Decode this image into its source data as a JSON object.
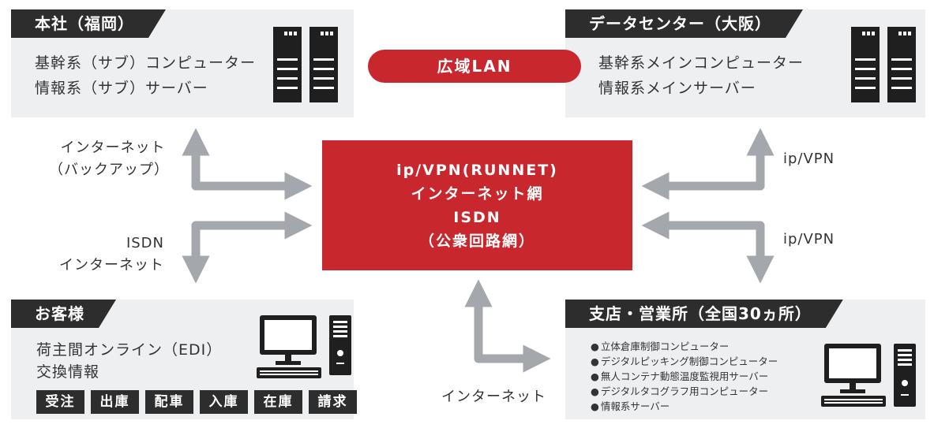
{
  "hq": {
    "tag": "本社（福岡）",
    "lines": [
      "基幹系（サブ）コンピューター",
      "情報系（サブ）サーバー"
    ]
  },
  "dc": {
    "tag": "データセンター（大阪）",
    "lines": [
      "基幹系メインコンピューター",
      "情報系メインサーバー"
    ]
  },
  "wan_label": "広域LAN",
  "center": {
    "lines": [
      "ip/VPN(RUNNET)",
      "インターネット網",
      "ISDN",
      "（公衆回路網）"
    ]
  },
  "customer": {
    "tag": "お客様",
    "lines": [
      "荷主間オンライン（EDI）",
      "交換情報"
    ],
    "chips": [
      "受注",
      "出庫",
      "配車",
      "入庫",
      "在庫",
      "請求"
    ]
  },
  "branch": {
    "tag": "支店・営業所（全国30ヵ所）",
    "items": [
      "立体倉庫制御コンピューター",
      "デジタルピッキング制御コンピューター",
      "無人コンテナ動態温度監視用サーバー",
      "デジタルタコグラフ用コンピューター",
      "情報系サーバー"
    ]
  },
  "connections": {
    "hq_center": [
      "インターネット",
      "（バックアップ）"
    ],
    "customer_center": [
      "ISDN",
      "インターネット"
    ],
    "dc_center": "ip/VPN",
    "branch_center": "ip/VPN",
    "center_branch_bottom": "インターネット"
  },
  "colors": {
    "accent": "#c8282d",
    "dark": "#2d2d2d",
    "box_bg": "#eeeff1",
    "arrow": "#a4a7ab"
  }
}
